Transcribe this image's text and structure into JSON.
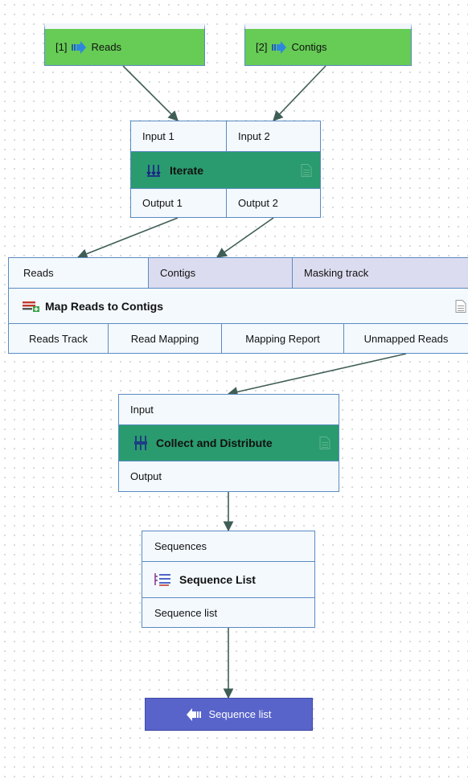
{
  "inputs": [
    {
      "label": "[1]",
      "name": "Reads"
    },
    {
      "label": "[2]",
      "name": "Contigs"
    }
  ],
  "iterate": {
    "inputs": [
      "Input 1",
      "Input 2"
    ],
    "title": "Iterate",
    "outputs": [
      "Output 1",
      "Output 2"
    ],
    "color": "#2a9b6e"
  },
  "map_reads": {
    "inputs": [
      "Reads",
      "Contigs",
      "Masking track"
    ],
    "title": "Map Reads to Contigs",
    "outputs": [
      "Reads Track",
      "Read Mapping",
      "Mapping Report",
      "Unmapped Reads"
    ]
  },
  "collect": {
    "input": "Input",
    "title": "Collect and Distribute",
    "output": "Output"
  },
  "sequence_list": {
    "input": "Sequences",
    "title": "Sequence List",
    "output": "Sequence list"
  },
  "final_output": {
    "label": "Sequence list",
    "color": "#5864c9"
  },
  "colors": {
    "input_node": "#66cc55",
    "wire": "#3f5e56",
    "border": "#5a8bc2"
  }
}
